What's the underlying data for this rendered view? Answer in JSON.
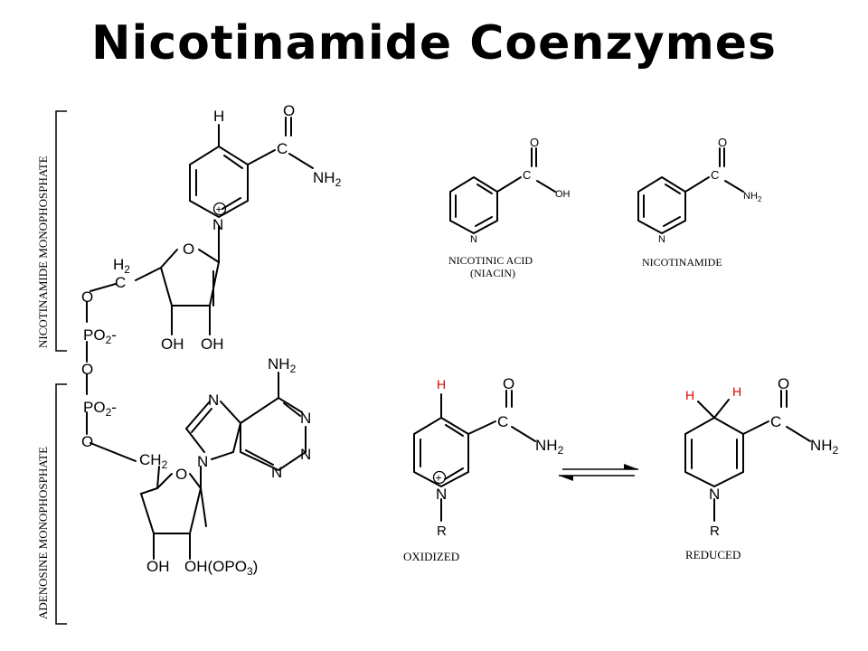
{
  "title": "Nicotinamide Coenzymes",
  "side_labels": {
    "nicotinamide_monophosphate": "NICOTINAMIDE MONOPHOSPHATE",
    "adenosine_monophosphate": "ADENOSINE MONOPHOSPHATE"
  },
  "nad": {
    "h_top": "H",
    "o_amide": "O",
    "c_amide": "C",
    "nh2_amide": "NH",
    "n_ring": "N",
    "plus": "+",
    "o_ribose1": "O",
    "ch2_1_h": "H",
    "ch2_1_c": "C",
    "o_link1": "O",
    "po2_1": "PO",
    "o_bridge": "O",
    "po2_2": "PO",
    "o_link2": "O",
    "oh1a": "OH",
    "oh1b": "OH",
    "nh2_adenine": "NH",
    "n_ad1": "N",
    "n_ad2": "N",
    "n_ad3": "N",
    "n_ad4": "N",
    "n_ad5": "N",
    "ch2_2": "CH",
    "o_ribose2": "O",
    "oh2a": "OH",
    "oh2b": "OH(OPO",
    "oh2b_close": ")"
  },
  "nicotinic_acid": {
    "o": "O",
    "c": "C",
    "oh": "OH",
    "n": "N",
    "label1": "NICOTINIC ACID",
    "label2": "(NIACIN)"
  },
  "nicotinamide": {
    "o": "O",
    "c": "C",
    "nh2": "NH",
    "n": "N",
    "label": "NICOTINAMIDE"
  },
  "oxidized": {
    "h": "H",
    "o": "O",
    "c": "C",
    "nh2": "NH",
    "n": "N",
    "plus": "+",
    "r": "R",
    "label": "OXIDIZED"
  },
  "reduced": {
    "h1": "H",
    "h2": "H",
    "o": "O",
    "c": "C",
    "nh2": "NH",
    "n": "N",
    "r": "R",
    "label": "REDUCED"
  },
  "subscripts": {
    "two": "2",
    "minus": "-",
    "three": "3"
  },
  "colors": {
    "text": "#000000",
    "highlight_h": "#e00000"
  }
}
